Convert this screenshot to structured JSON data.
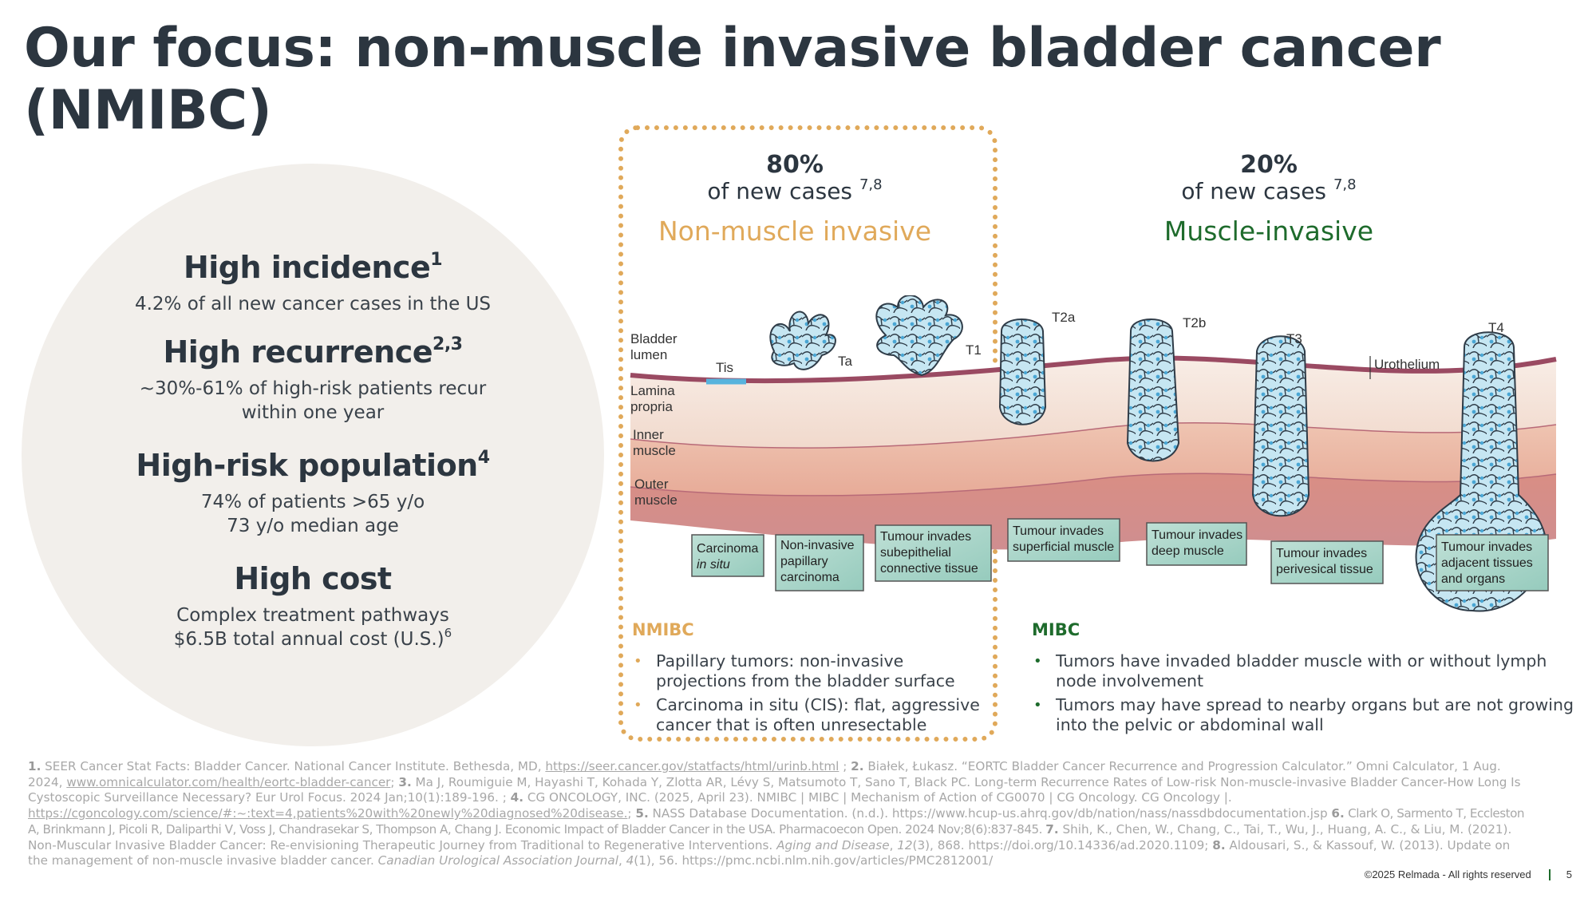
{
  "title": "Our focus: non-muscle invasive bladder cancer (NMIBC)",
  "stats": [
    {
      "heading": "High incidence",
      "sup": "1",
      "lines": [
        "4.2% of all new cancer cases in the US"
      ]
    },
    {
      "heading": "High recurrence",
      "sup": "2,3",
      "lines": [
        "~30%-61% of high-risk patients recur",
        "within one year"
      ]
    },
    {
      "heading": "High-risk population",
      "sup": "4",
      "lines": [
        "74% of patients >65 y/o",
        "73 y/o median age"
      ]
    },
    {
      "heading": "High cost",
      "sup": "",
      "lines": [
        "Complex treatment pathways",
        "$6.5B total annual cost (U.S.)"
      ],
      "line_sup": "6"
    }
  ],
  "nmi": {
    "pct": "80%",
    "cases": "of new cases",
    "sup": "7,8",
    "type": "Non-muscle invasive"
  },
  "mi": {
    "pct": "20%",
    "cases": "of new cases",
    "sup": "7,8",
    "type": "Muscle-invasive"
  },
  "diagram": {
    "layers": [
      "Bladder lumen",
      "Lamina propria",
      "Inner muscle",
      "Outer muscle"
    ],
    "urothelium_label": "Urothelium",
    "stages": [
      "Tis",
      "Ta",
      "T1",
      "T2a",
      "T2b",
      "T3",
      "T4"
    ],
    "boxes": [
      [
        "Carcinoma",
        "in situ"
      ],
      [
        "Non-invasive",
        "papillary",
        "carcinoma"
      ],
      [
        "Tumour invades",
        "subepithelial",
        "connective tissue"
      ],
      [
        "Tumour invades",
        "superficial muscle"
      ],
      [
        "Tumour invades",
        "deep muscle"
      ],
      [
        "Tumour invades",
        "perivesical tissue"
      ],
      [
        "Tumour invades",
        "adjacent tissues",
        "and organs"
      ]
    ]
  },
  "nmibc": {
    "heading": "NMIBC",
    "bullets": [
      "Papillary tumors: non-invasive projections from the bladder surface",
      "Carcinoma in situ (CIS): flat, aggressive cancer that is often unresectable"
    ]
  },
  "mibc": {
    "heading": "MIBC",
    "bullets": [
      "Tumors have invaded bladder muscle with or without lymph node involvement",
      "Tumors may have spread to nearby organs but are not growing into the pelvic or abdominal wall"
    ]
  },
  "footnotes": {
    "n1": "1.",
    "t1": " SEER Cancer Stat Facts: Bladder Cancer. National Cancer Institute. Bethesda, MD, ",
    "u1": "https://seer.cancer.gov/statfacts/html/urinb.html",
    "n2": "2.",
    "t2": " Białek, Łukasz. “EORTC Bladder Cancer Recurrence and Progression Calculator.” Omni Calculator, 1 Aug. 2024, ",
    "u2": "www.omnicalculator.com/health/eortc-bladder-cancer",
    "n3": "3.",
    "t3": " Ma J, Roumiguie M, Hayashi T, Kohada Y, Zlotta AR, Lévy S, Matsumoto T, Sano T, Black PC. Long-term Recurrence Rates of Low-risk Non-muscle-invasive Bladder Cancer-How Long Is Cystoscopic Surveillance Necessary? Eur Urol Focus. 2024 Jan;10(1):189-196. ; ",
    "n4": "4.",
    "t4": " CG ONCOLOGY, INC. (2025, April 23). NMIBC | MIBC | Mechanism of Action of CG0070 | CG Oncology. CG Oncology |. ",
    "u4": "https://cgoncology.com/science/#:~:text=4,patients%20with%20newly%20diagnosed%20disease.",
    "n5": "5.",
    "t5": " NASS Database Documentation. (n.d.). https://www.hcup-us.ahrq.gov/db/nation/nass/nassdbdocumentation.jsp ",
    "n6": "6.",
    "t6": " Clark O, Sarmento T, Eccleston A, Brinkmann J, Picoli R, Daliparthi V, Voss J, Chandrasekar S, Thompson A, Chang J. Economic Impact of Bladder Cancer in the USA. Pharmacoecon Open. 2024 Nov;8(6):837-845. ",
    "n7": "7.",
    "t7": " Shih, K., Chen, W., Chang, C., Tai, T., Wu, J., Huang, A. C., & Liu, M. (2021). Non-Muscular Invasive Bladder Cancer: Re-envisioning Therapeutic Journey from Traditional to Regenerative Interventions. ",
    "i7": "Aging and Disease",
    "t7b": ", ",
    "i7b": "12",
    "t7c": "(3), 868. https://doi.org/10.14336/ad.2020.1109; ",
    "n8": "8.",
    "t8": " Aldousari, S., & Kassouf, W. (2013). Update on the management of non-muscle invasive bladder cancer. ",
    "i8": "Canadian Urological Association Journal",
    "t8b": ", ",
    "i8b": "4",
    "t8c": "(1), 56.  https://pmc.ncbi.nlm.nih.gov/articles/PMC2812001/"
  },
  "footer": {
    "copyright": "©2025 Relmada - All rights reserved",
    "page": "5"
  },
  "colors": {
    "nmi_accent": "#e0a95a",
    "mi_accent": "#1e6b2c",
    "text": "#2c3640",
    "circle_bg": "#f2efeb"
  }
}
